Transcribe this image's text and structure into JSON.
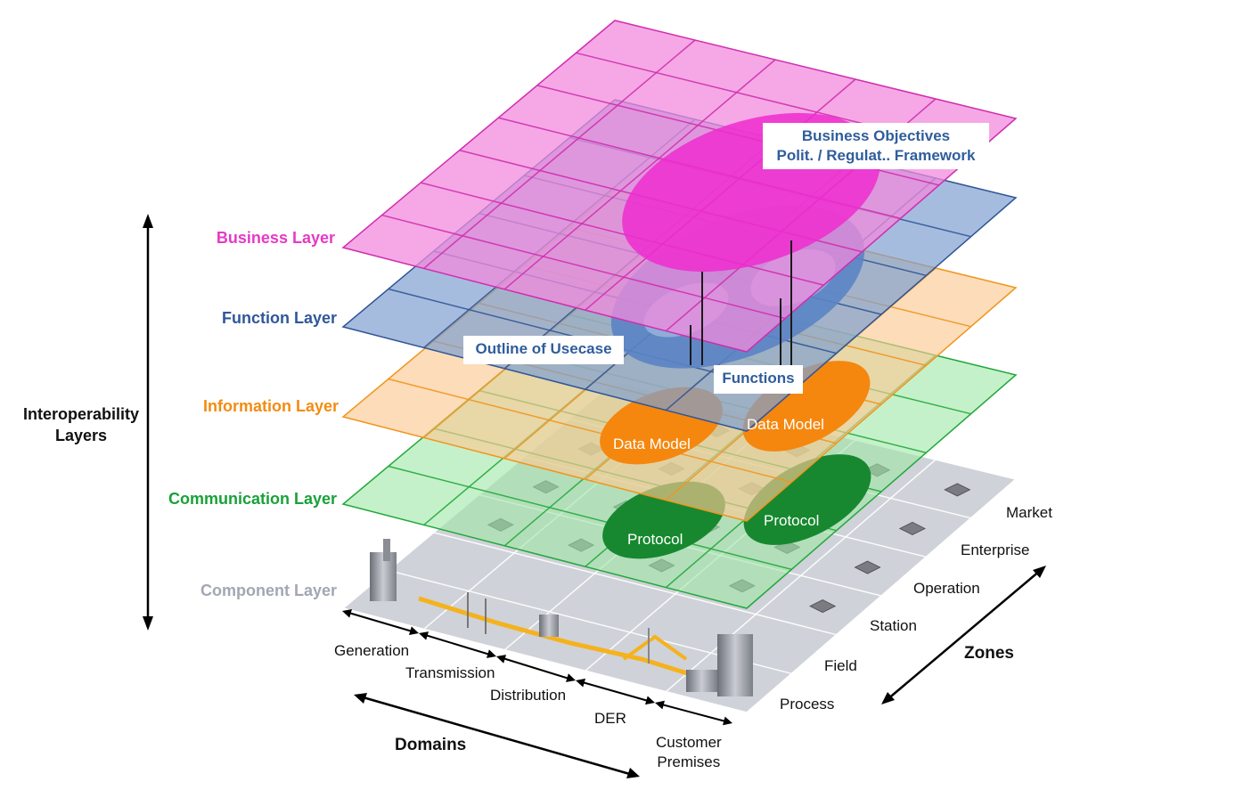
{
  "axis": {
    "interoperability_label_line1": "Interoperability",
    "interoperability_label_line2": "Layers",
    "domains_label": "Domains",
    "zones_label": "Zones"
  },
  "layers": [
    {
      "id": "business",
      "label": "Business Layer",
      "color": "#e53ac4",
      "fill": "#f28bdc",
      "line": "#d02db0"
    },
    {
      "id": "function",
      "label": "Function Layer",
      "color": "#30579a",
      "fill": "#7f9fd0",
      "line": "#2f5596"
    },
    {
      "id": "information",
      "label": "Information Layer",
      "color": "#f28c12",
      "fill": "#fbc993",
      "line": "#f0951d"
    },
    {
      "id": "communication",
      "label": "Communication Layer",
      "color": "#19a139",
      "fill": "#9fe8a6",
      "line": "#22a83b"
    },
    {
      "id": "component",
      "label": "Component Layer",
      "color": "#a2a7b2",
      "fill": "#cfd2d8",
      "line": "#ffffff"
    }
  ],
  "domains": [
    "Generation",
    "Transmission",
    "Distribution",
    "DER",
    "Customer Premises"
  ],
  "customer_premises_line1": "Customer",
  "customer_premises_line2": "Premises",
  "zones": [
    "Process",
    "Field",
    "Station",
    "Operation",
    "Enterprise",
    "Market"
  ],
  "callouts": {
    "business_objectives_line1": "Business Objectives",
    "business_objectives_line2": "Polit. / Regulat.. Framework",
    "outline_of_usecase": "Outline of Usecase",
    "functions": "Functions"
  },
  "ellipses": {
    "data_model_left": "Data Model",
    "data_model_right": "Data Model",
    "protocol_left": "Protocol",
    "protocol_right": "Protocol"
  },
  "colors": {
    "business_ellipse": "#ee2ccf",
    "function_ellipse": "#5a84c4",
    "data_model": "#f5870e",
    "protocol": "#17882f",
    "energy_line": "#f5b21c",
    "device": "#7a7c82"
  }
}
